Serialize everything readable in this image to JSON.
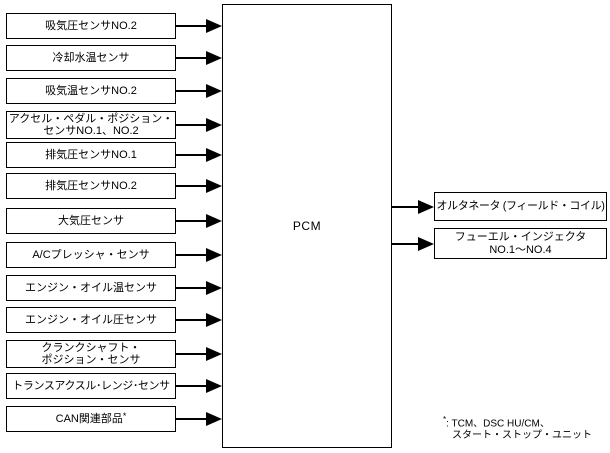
{
  "diagram": {
    "pcm_label": "PCM",
    "inputs": [
      {
        "label": "吸気圧センサNO.2"
      },
      {
        "label": "冷却水温センサ"
      },
      {
        "label": "吸気温センサNO.2"
      },
      {
        "label": "アクセル・ペダル・ポジション・\nセンサNO.1、NO.2"
      },
      {
        "label": "排気圧センサNO.1"
      },
      {
        "label": "排気圧センサNO.2"
      },
      {
        "label": "大気圧センサ"
      },
      {
        "label": "A/Cプレッシャ・センサ"
      },
      {
        "label": "エンジン・オイル温センサ"
      },
      {
        "label": "エンジン・オイル圧センサ"
      },
      {
        "label": "クランクシャフト・\nポジション・センサ"
      },
      {
        "label": "トランスアクスル･レンジ･センサ"
      },
      {
        "label": "CAN関連部品",
        "marker": "*"
      }
    ],
    "outputs": [
      {
        "label": "オルタネータ (フィールド・コイル)"
      },
      {
        "label": "フューエル・インジェクタ\nNO.1～NO.4"
      }
    ],
    "footnote": {
      "marker": "*",
      "line1": ": TCM、DSC HU/CM、",
      "line2": "スタート・ストップ・ユニット"
    }
  },
  "colors": {
    "line": "#000000",
    "background": "#ffffff",
    "text": "#000000"
  }
}
